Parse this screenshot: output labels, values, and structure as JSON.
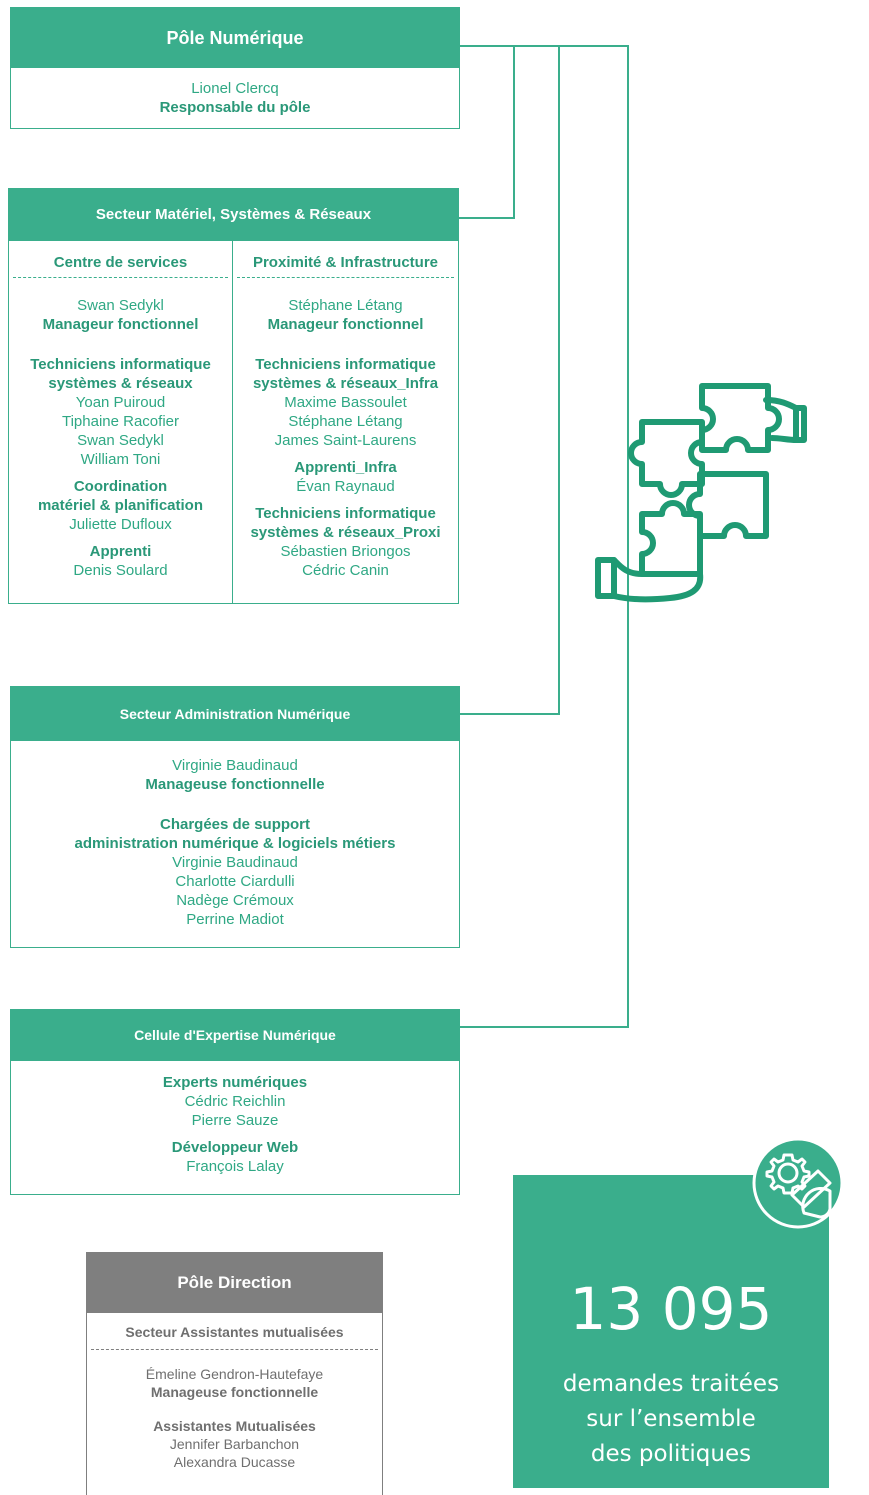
{
  "pole_numerique": {
    "title": "Pôle Numérique",
    "name": "Lionel Clercq",
    "role": "Responsable du pôle"
  },
  "secteur_materiel": {
    "title": "Secteur  Matériel, Systèmes & Réseaux",
    "left": {
      "heading": "Centre de services",
      "manager_name": "Swan Sedykl",
      "manager_role": "Manageur fonctionnel",
      "group1_title_line1": "Techniciens informatique",
      "group1_title_line2": "systèmes & réseaux",
      "group1_members": [
        "Yoan Puiroud",
        "Tiphaine Racofier",
        "Swan Sedykl",
        "William Toni"
      ],
      "group2_title_line1": "Coordination",
      "group2_title_line2": "matériel & planification",
      "group2_members": [
        "Juliette Dufloux"
      ],
      "group3_title": "Apprenti",
      "group3_members": [
        "Denis Soulard"
      ]
    },
    "right": {
      "heading": "Proximité & Infrastructure",
      "manager_name": "Stéphane Létang",
      "manager_role": "Manageur fonctionnel",
      "group1_title_line1": "Techniciens informatique",
      "group1_title_line2": "systèmes & réseaux_Infra",
      "group1_members": [
        "Maxime Bassoulet",
        "Stéphane Létang",
        "James Saint-Laurens"
      ],
      "group2_title": "Apprenti_Infra",
      "group2_members": [
        "Évan Raynaud"
      ],
      "group3_title_line1": "Techniciens informatique",
      "group3_title_line2": "systèmes & réseaux_Proxi",
      "group3_members": [
        "Sébastien Briongos",
        "Cédric Canin"
      ]
    }
  },
  "secteur_admin": {
    "title": "Secteur Administration Numérique",
    "manager_name": "Virginie Baudinaud",
    "manager_role": "Manageuse fonctionnelle",
    "group_title_line1": "Chargées de support",
    "group_title_line2": "administration  numérique & logiciels métiers",
    "members": [
      "Virginie Baudinaud",
      "Charlotte Ciardulli",
      "Nadège Crémoux",
      "Perrine Madiot"
    ]
  },
  "cellule_expertise": {
    "title": "Cellule d'Expertise Numérique",
    "group1_title": "Experts numériques",
    "group1_members": [
      "Cédric Reichlin",
      "Pierre Sauze"
    ],
    "group2_title": "Développeur Web",
    "group2_members": [
      "François Lalay"
    ]
  },
  "pole_direction": {
    "title": "Pôle Direction",
    "subtitle": "Secteur Assistantes mutualisées",
    "manager_name": "Émeline Gendron-Hautefaye",
    "manager_role": "Manageuse fonctionnelle",
    "group_title": "Assistantes Mutualisées",
    "members": [
      "Jennifer Barbanchon",
      "Alexandra Ducasse"
    ]
  },
  "stat": {
    "value": "13 095",
    "line1": "demandes traitées",
    "line2": "sur l’ensemble",
    "line3": "des politiques"
  },
  "icons": [
    "puzzle-hands-icon",
    "gears-helmet-icon"
  ],
  "colors": {
    "accent": "#3aae8c",
    "gray": "#7f7f7f"
  }
}
